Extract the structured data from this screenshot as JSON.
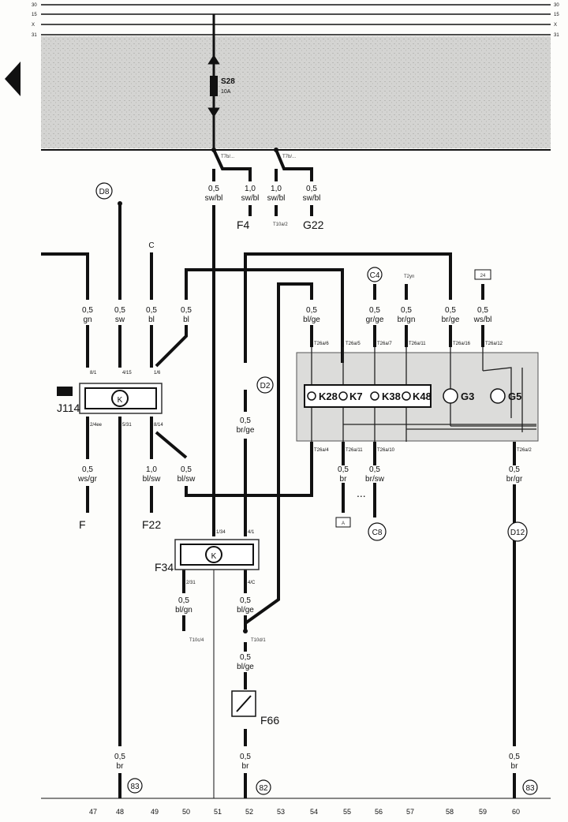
{
  "fuse": {
    "name": "S28",
    "rating": "10A"
  },
  "rail_numbers": [
    "30",
    "15",
    "X",
    "31"
  ],
  "connector_top": "T7b/...",
  "wires": {
    "a": [
      "0,5",
      "sw/bl"
    ],
    "b": [
      "1,0",
      "sw/bl"
    ],
    "c": [
      "1,0",
      "sw/bl"
    ],
    "d": [
      "0,5",
      "sw/bl"
    ],
    "e": [
      "0,5",
      "gn"
    ],
    "f": [
      "0,5",
      "sw"
    ],
    "g": [
      "0,5",
      "bl"
    ],
    "h": [
      "0,5",
      "bl"
    ],
    "i": [
      "0,5",
      "bl/ge"
    ],
    "j": [
      "0,5",
      "gr/ge"
    ],
    "k": [
      "0,5",
      "br/gn"
    ],
    "l": [
      "0,5",
      "br/ge"
    ],
    "m": [
      "0,5",
      "ws/bl"
    ],
    "n": [
      "0,5",
      "br/ge"
    ],
    "o": [
      "0,5",
      "ws/gr"
    ],
    "p": [
      "1,0",
      "bl/sw"
    ],
    "q": [
      "0,5",
      "bl/sw"
    ],
    "r": [
      "0,5",
      "br"
    ],
    "s": [
      "0,5",
      "br/sw"
    ],
    "t": [
      "0,5",
      "br/gr"
    ],
    "u": [
      "0,5",
      "bl/gn"
    ],
    "v": [
      "0,5",
      "bl/ge"
    ],
    "w": [
      "0,5",
      "bl/ge"
    ],
    "x": [
      "0,5",
      "br"
    ],
    "y": [
      "0,5",
      "br"
    ],
    "z": [
      "0,5",
      "br"
    ]
  },
  "labels": {
    "D8": "D8",
    "C": "C",
    "C4": "C4",
    "D2": "D2",
    "D12": "D12",
    "C8": "C8",
    "F4": "F4",
    "G22": "G22",
    "T10a": "T10a/2",
    "T2yn": "T2yn",
    "box24": "24",
    "boxA": "A",
    "F": "F",
    "F22": "F22",
    "J114": "J114",
    "F34": "F34",
    "F66": "F66",
    "T10c": "T10c/4",
    "T10d": "T10d/1",
    "K28": "K28",
    "K7": "K7",
    "K38": "K38",
    "K48": "K48",
    "G3": "G3",
    "G5": "G5",
    "K": "K",
    "dots": "...",
    "a83": "83",
    "a82": "82",
    "b83": "83"
  },
  "pins": [
    "T26a/6",
    "T26a/5",
    "T26a/7",
    "T26a/11",
    "T26a/16",
    "T26a/12",
    "T26a/4",
    "T26a/11",
    "T26a/10",
    "T26a/2"
  ],
  "jpins": [
    "8/1",
    "4/15",
    "1/6",
    "2/4ee",
    "5/31",
    "8/14"
  ],
  "fpins": [
    "1/34",
    "4/1",
    "2/31",
    "4/C"
  ],
  "columns": [
    "47",
    "48",
    "49",
    "50",
    "51",
    "52",
    "53",
    "54",
    "55",
    "56",
    "57",
    "58",
    "59",
    "60"
  ]
}
